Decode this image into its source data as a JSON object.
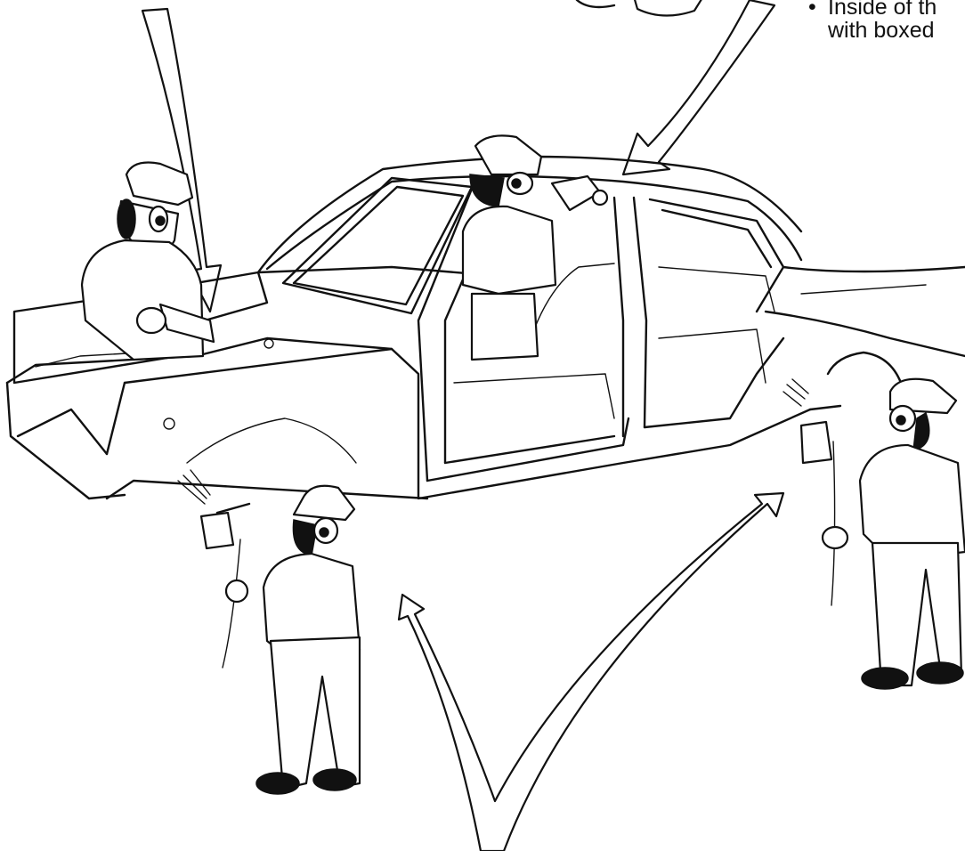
{
  "caption": {
    "bullet": "•",
    "lines": [
      "Inside of th",
      "with boxed"
    ]
  },
  "illustration": {
    "subject": "car-body-shell",
    "workers": 4,
    "ink_color": "#111111",
    "background": "#ffffff"
  }
}
